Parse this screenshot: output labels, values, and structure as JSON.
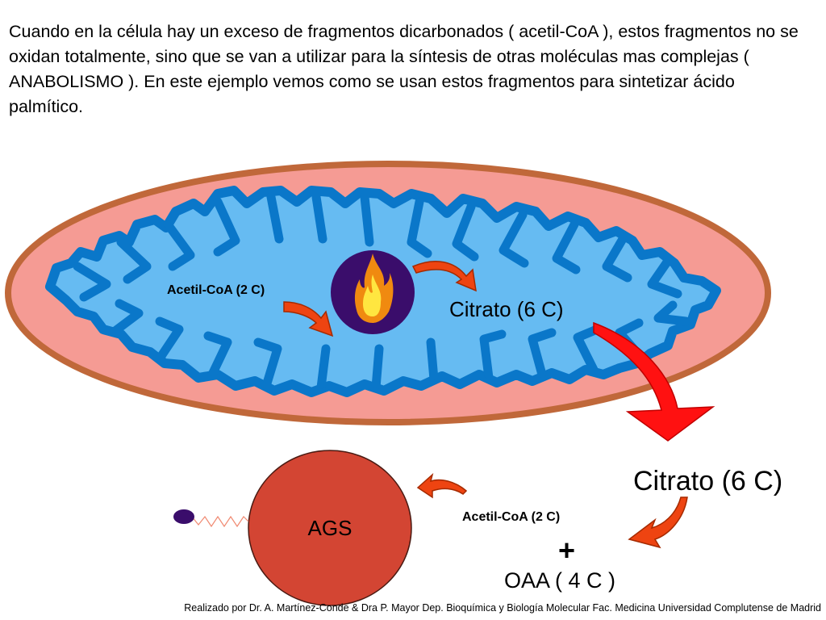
{
  "intro_text": "Cuando en la célula hay un exceso de fragmentos dicarbonados ( acetil-CoA ), estos fragmentos no se oxidan totalmente, sino que se van a utilizar para la síntesis de otras moléculas mas complejas ( ANABOLISMO ). En este ejemplo vemos como se usan estos fragmentos para sintetizar ácido palmítico.",
  "mitochondrion": {
    "acetil_label": "Acetil-CoA (2 C)",
    "citrato_label": "Citrato (6 C)"
  },
  "cytosol": {
    "citrato_label": "Citrato (6 C)",
    "acetil_label": "Acetil-CoA (2 C)",
    "plus": "+",
    "oaa_label": "OAA ( 4 C )",
    "enzyme_label": "AGS"
  },
  "credit": "Realizado por Dr. A. Martínez-Conde & Dra P. Mayor Dep. Bioquímica y Biología Molecular Fac. Medicina Universidad Complutense de Madrid",
  "colors": {
    "outer_membrane": "#c0683a",
    "intermembrane": "#f59b94",
    "matrix": "#66bbf2",
    "cristae": "#0a77c9",
    "krebs_circle": "#3a0d6b",
    "arrow_orange": "#ee4411",
    "arrow_red": "#ff1111",
    "enzyme": "#d34533",
    "molecule": "#3a0d6b",
    "chain": "#f08a72"
  }
}
